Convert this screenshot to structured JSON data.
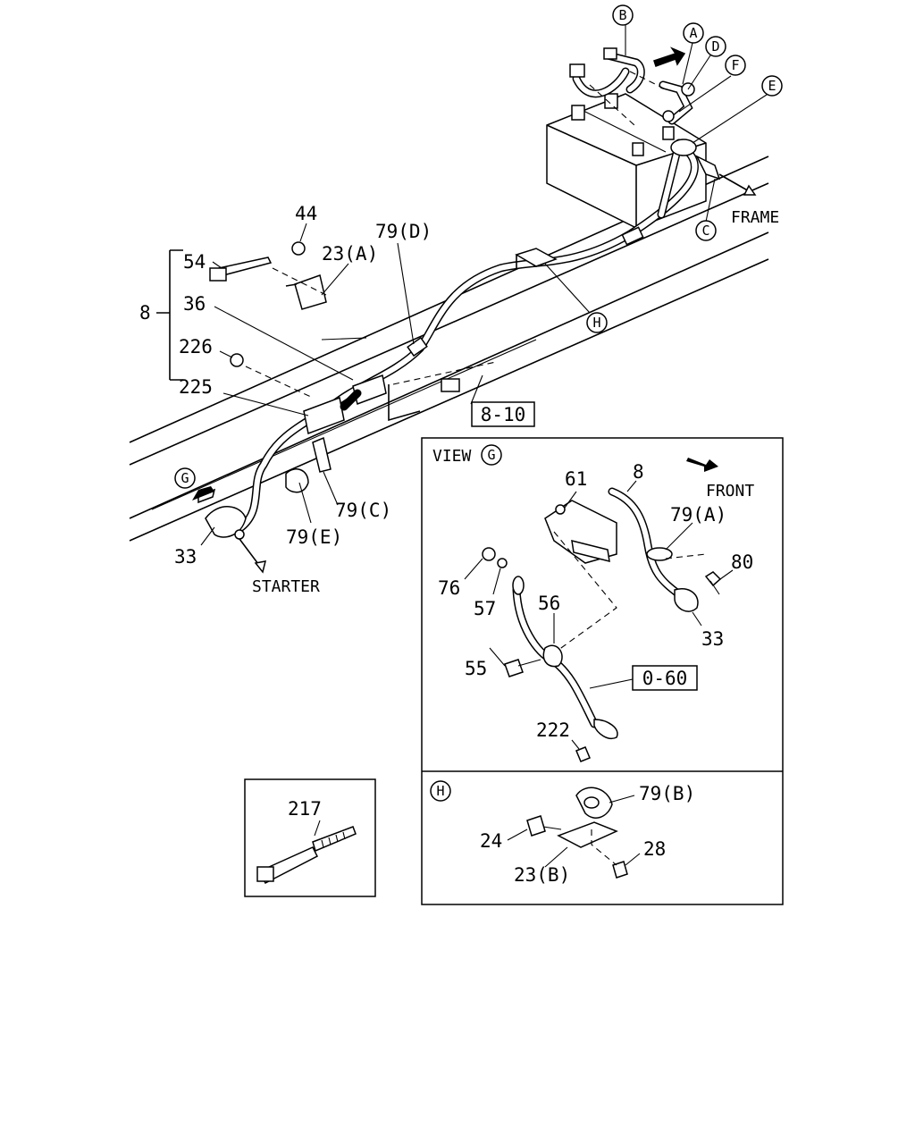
{
  "main_view": {
    "labels": {
      "circle_b": "B",
      "circle_a": "A",
      "circle_d": "D",
      "circle_f": "F",
      "circle_e": "E",
      "circle_c": "C",
      "circle_h": "H",
      "circle_g": "G",
      "frame": "FRAME",
      "starter": "STARTER",
      "p44": "44",
      "p54": "54",
      "p23a": "23(A)",
      "p79d": "79(D)",
      "p8": "8",
      "p36": "36",
      "p226": "226",
      "p225": "225",
      "p79c": "79(C)",
      "p79e": "79(E)",
      "p33": "33",
      "ref_810": "8-10"
    }
  },
  "view_g": {
    "title": "VIEW",
    "circle": "G",
    "front": "FRONT",
    "labels": {
      "p61": "61",
      "p8": "8",
      "p79a": "79(A)",
      "p80": "80",
      "p76": "76",
      "p57": "57",
      "p56": "56",
      "p55": "55",
      "p33": "33",
      "ref_060": "0-60",
      "p222": "222"
    }
  },
  "view_h": {
    "circle": "H",
    "labels": {
      "p79b": "79(B)",
      "p24": "24",
      "p28": "28",
      "p23b": "23(B)"
    }
  },
  "tie_box": {
    "label": "217"
  }
}
